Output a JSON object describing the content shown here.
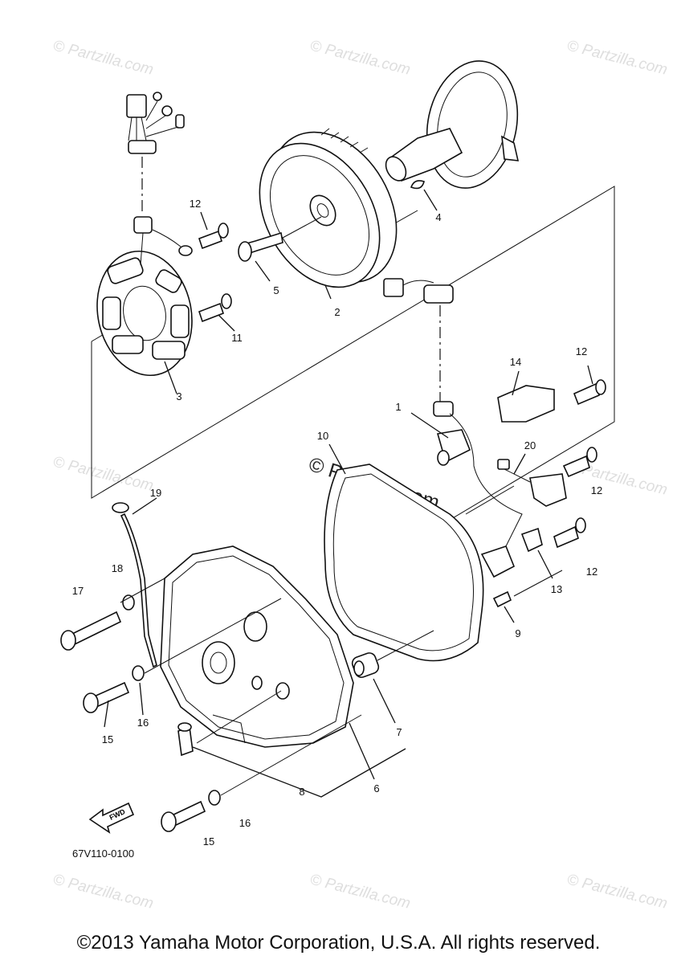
{
  "watermark": {
    "text": "© Partzilla.com",
    "color": "#dedede",
    "main_color": "#222222"
  },
  "diagram": {
    "code": "67V110-0100",
    "fwd_label": "FWD",
    "callouts": [
      "1",
      "2",
      "3",
      "4",
      "5",
      "6",
      "7",
      "8",
      "9",
      "10",
      "11",
      "12",
      "12",
      "12",
      "12",
      "13",
      "14",
      "15",
      "15",
      "16",
      "16",
      "17",
      "18",
      "19",
      "20"
    ]
  },
  "footer": {
    "copyright": "©2013 Yamaha Motor Corporation, U.S.A. All rights reserved."
  }
}
